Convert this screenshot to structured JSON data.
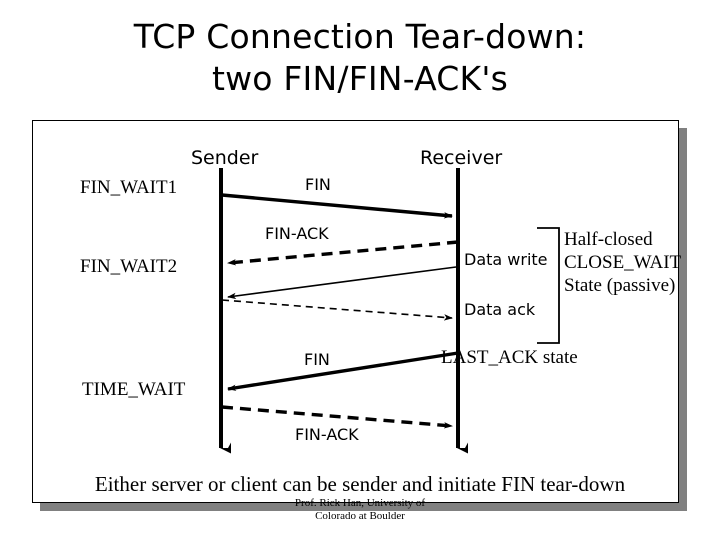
{
  "slide": {
    "title": "TCP Connection Tear-down:\ntwo FIN/FIN-ACK's",
    "caption": "Either server or client can be sender and initiate FIN tear-down",
    "footer": "Prof. Rick Han, University of\nColorado at Boulder",
    "background_color": "#ffffff",
    "ink_color": "#000000",
    "shadow_color": "#808080"
  },
  "diagram": {
    "columns": {
      "sender_header": "Sender",
      "receiver_header": "Receiver"
    },
    "sender_states": [
      {
        "label": "FIN_WAIT1"
      },
      {
        "label": "FIN_WAIT2"
      },
      {
        "label": "TIME_WAIT"
      }
    ],
    "receiver_states": [
      {
        "label": "LAST_ACK state"
      }
    ],
    "messages": [
      {
        "label": "FIN",
        "direction": "sender-to-receiver",
        "style": "solid-thick"
      },
      {
        "label": "FIN-ACK",
        "direction": "receiver-to-sender",
        "style": "dashed-thick"
      },
      {
        "label": "Data write",
        "direction": "receiver-to-sender",
        "style": "solid-thin"
      },
      {
        "label": "Data ack",
        "direction": "sender-to-receiver",
        "style": "dashed-thin"
      },
      {
        "label": "FIN",
        "direction": "receiver-to-sender",
        "style": "solid-thick"
      },
      {
        "label": "FIN-ACK",
        "direction": "sender-to-receiver",
        "style": "dashed-thick"
      }
    ],
    "annotation": {
      "line1": "Half-closed",
      "line2": "CLOSE_WAIT",
      "line3": "State (passive)"
    }
  }
}
